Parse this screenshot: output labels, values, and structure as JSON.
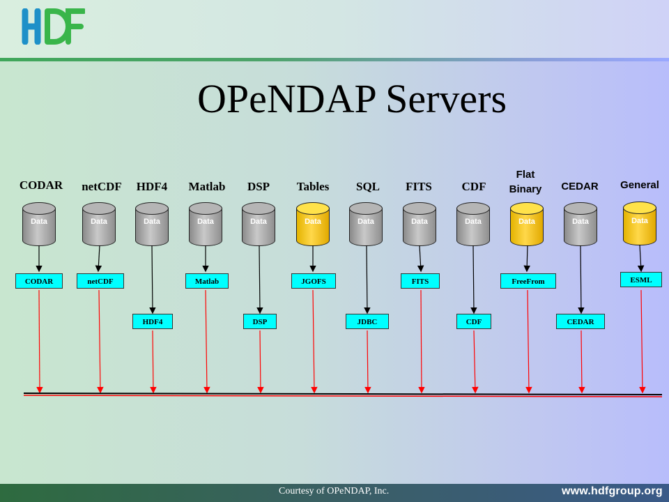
{
  "logo": {
    "text": "HDF",
    "colors": [
      "#1e90c8",
      "#39b54a"
    ]
  },
  "title": "OPeNDAP Servers",
  "servers": [
    {
      "label": "CODAR",
      "data": "Data",
      "color": "gray",
      "box": "CODAR"
    },
    {
      "label": "netCDF",
      "data": "Data",
      "color": "gray",
      "box": "netCDF"
    },
    {
      "label": "HDF4",
      "data": "Data",
      "color": "gray",
      "box": "HDF4"
    },
    {
      "label": "Matlab",
      "data": "Data",
      "color": "gray",
      "box": "Matlab"
    },
    {
      "label": "DSP",
      "data": "Data",
      "color": "gray",
      "box": "DSP"
    },
    {
      "label": "Tables",
      "data": "Data",
      "color": "yellow",
      "box": "JGOFS"
    },
    {
      "label": "SQL",
      "data": "Data",
      "color": "gray",
      "box": "JDBC"
    },
    {
      "label": "FITS",
      "data": "Data",
      "color": "gray",
      "box": "FITS"
    },
    {
      "label": "CDF",
      "data": "Data",
      "color": "gray",
      "box": "CDF"
    },
    {
      "label": "Flat Binary",
      "data": "Data",
      "color": "yellow",
      "box": "FreeFrom"
    },
    {
      "label": "CEDAR",
      "data": "Data",
      "color": "gray",
      "box": "CEDAR"
    },
    {
      "label": "General",
      "data": "Data",
      "color": "yellow",
      "box": "ESML"
    }
  ],
  "colors": {
    "cylinder_gray": "#a0a0a0",
    "cylinder_yellow": "#ffd700",
    "box": "#00ffff",
    "wire": "#ff0000",
    "arrow": "#000000"
  },
  "footer": {
    "credit": "Courtesy of  OPeNDAP, Inc.",
    "url": "www.hdfgroup.org"
  }
}
